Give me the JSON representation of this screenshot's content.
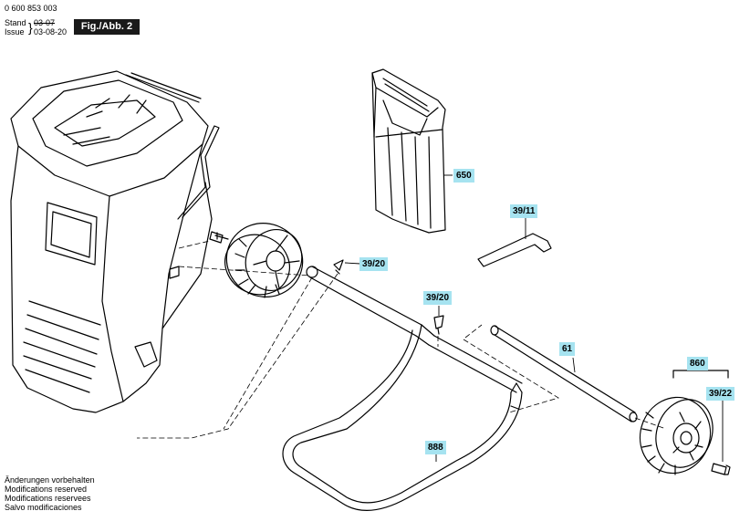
{
  "header": {
    "part_number": "0 600 853 003",
    "stand_label": "Stand",
    "issue_label": "Issue",
    "stand_date": "03-07",
    "issue_date": "03-08-20",
    "figure_label": "Fig./Abb. 2"
  },
  "notes": [
    "Änderungen vorbehalten",
    "Modifications reserved",
    "Modifications reservees",
    "Salvo modificaciones"
  ],
  "callouts": {
    "p650": "650",
    "p39_11": "39/11",
    "p39_20a": "39/20",
    "p39_20b": "39/20",
    "p61": "61",
    "p860": "860",
    "p39_22": "39/22",
    "p888": "888"
  }
}
